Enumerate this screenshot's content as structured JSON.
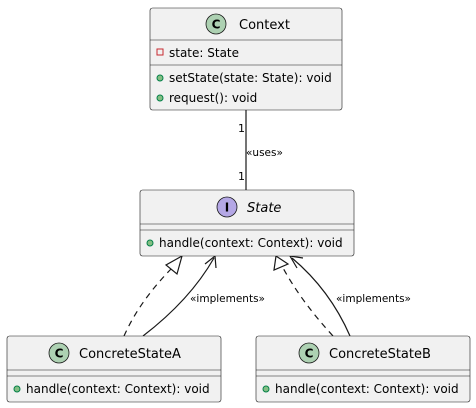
{
  "diagram": {
    "classes": {
      "context": {
        "kind_letter": "C",
        "kind_color": "#add1b2",
        "name": "Context",
        "fields": [
          {
            "visibility": "private",
            "text": "state: State"
          }
        ],
        "methods": [
          {
            "visibility": "public",
            "text": "setState(state: State): void"
          },
          {
            "visibility": "public",
            "text": "request(): void"
          }
        ]
      },
      "state": {
        "kind_letter": "I",
        "kind_color": "#b4a7e5",
        "name": "State",
        "fields": [],
        "methods": [
          {
            "visibility": "public",
            "text": "handle(context: Context): void"
          }
        ]
      },
      "concrete_a": {
        "kind_letter": "C",
        "kind_color": "#add1b2",
        "name": "ConcreteStateA",
        "fields": [],
        "methods": [
          {
            "visibility": "public",
            "text": "handle(context: Context): void"
          }
        ]
      },
      "concrete_b": {
        "kind_letter": "C",
        "kind_color": "#add1b2",
        "name": "ConcreteStateB",
        "fields": [],
        "methods": [
          {
            "visibility": "public",
            "text": "handle(context: Context): void"
          }
        ]
      }
    },
    "relations": {
      "uses": {
        "label": "«uses»",
        "source_multiplicity": "1",
        "target_multiplicity": "1"
      },
      "implements_a": {
        "label": "«implements»"
      },
      "implements_b": {
        "label": "«implements»"
      }
    }
  }
}
